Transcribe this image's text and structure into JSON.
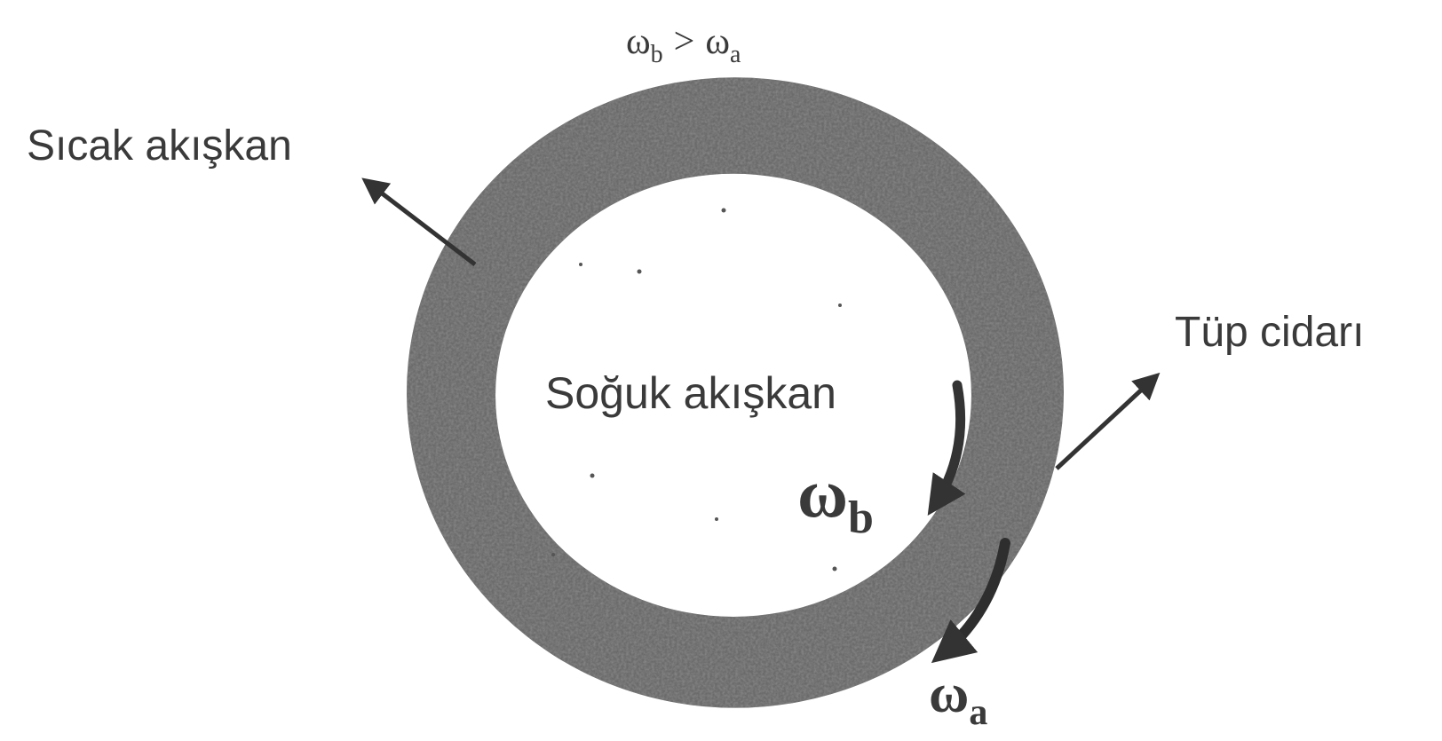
{
  "diagram": {
    "relation": {
      "left_symbol": "ω",
      "left_sub": "b",
      "operator": ">",
      "right_symbol": "ω",
      "right_sub": "a"
    },
    "hot_fluid_label": "Sıcak akışkan",
    "cold_fluid_label": "Soğuk akışkan",
    "tube_wall_label": "Tüp cidarı",
    "inner_velocity": {
      "symbol": "ω",
      "sub": "b"
    },
    "outer_velocity": {
      "symbol": "ω",
      "sub": "a"
    },
    "colors": {
      "ring": "#5a5a5a",
      "ink": "#3a3a3a",
      "background": "#ffffff"
    }
  }
}
